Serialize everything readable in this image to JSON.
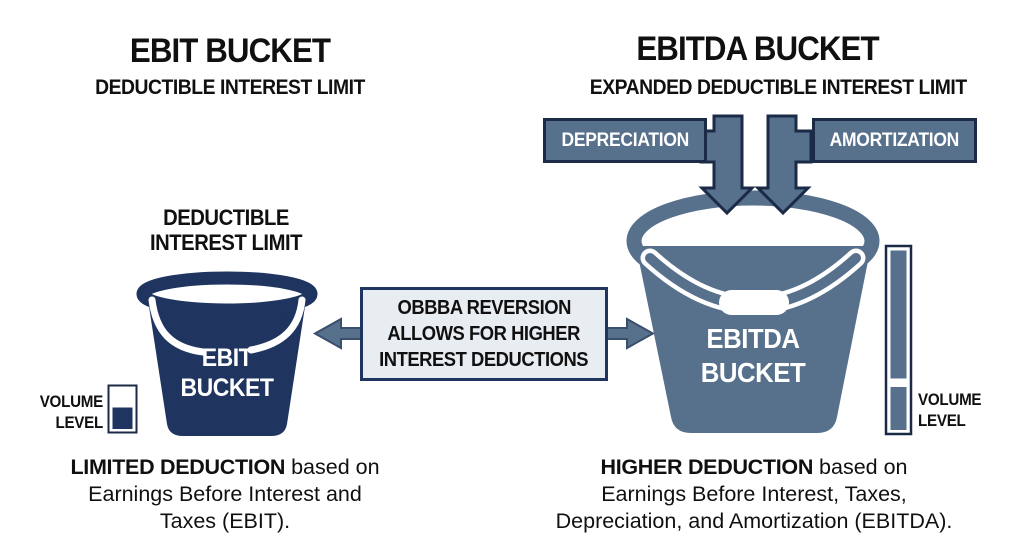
{
  "colors": {
    "navy": "#1f3560",
    "slate": "#57708c",
    "outline": "#1b2b47",
    "panel": "#e8edf2",
    "ink": "#101010"
  },
  "left": {
    "title": "EBIT BUCKET",
    "subtitle": "DEDUCTIBLE INTEREST LIMIT",
    "limit_label_line1": "DEDUCTIBLE",
    "limit_label_line2": "INTEREST LIMIT",
    "bucket_line1": "EBIT",
    "bucket_line2": "BUCKET",
    "volume_line1": "VOLUME",
    "volume_line2": "LEVEL",
    "caption_bold": "LIMITED DEDUCTION",
    "caption_line1_rest": " based on",
    "caption_line2": "Earnings Before Interest and",
    "caption_line3": "Taxes (EBIT)."
  },
  "center": {
    "line1": "OBBBA REVERSION",
    "line2": "ALLOWS FOR HIGHER",
    "line3": "INTEREST DEDUCTIONS"
  },
  "right": {
    "title": "EBITDA BUCKET",
    "subtitle": "EXPANDED DEDUCTIBLE INTEREST LIMIT",
    "inflow_left": "DEPRECIATION",
    "inflow_right": "AMORTIZATION",
    "bucket_line1": "EBITDA",
    "bucket_line2": "BUCKET",
    "volume_line1": "VOLUME",
    "volume_line2": "LEVEL",
    "caption_bold": "HIGHER DEDUCTION",
    "caption_line1_rest": " based on",
    "caption_line2": "Earnings Before Interest, Taxes,",
    "caption_line3": "Depreciation, and Amortization (EBITDA)."
  }
}
